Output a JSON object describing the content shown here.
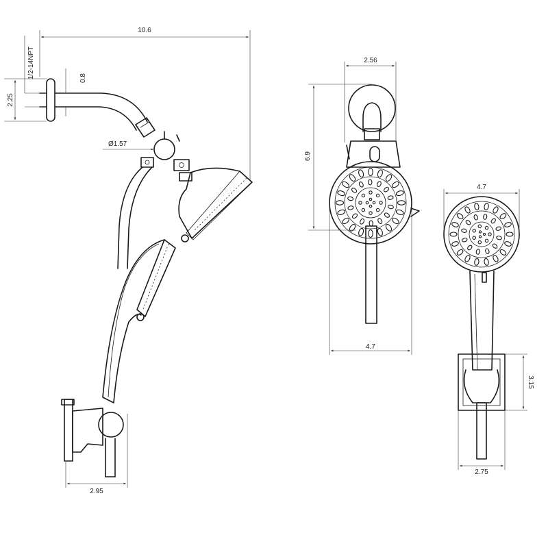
{
  "dimensions": {
    "side_width": "10.6",
    "pipe_thread": "1/2-14NPT",
    "arm_offset": "0.8",
    "flange_height": "2.25",
    "ball_diameter": "Ø1.57",
    "bracket_width": "2.95",
    "front_arm_width": "2.56",
    "front_height": "6.9",
    "front_head_width": "4.7",
    "hand_head_width": "4.7",
    "holder_height": "3.15",
    "holder_width": "2.75"
  }
}
